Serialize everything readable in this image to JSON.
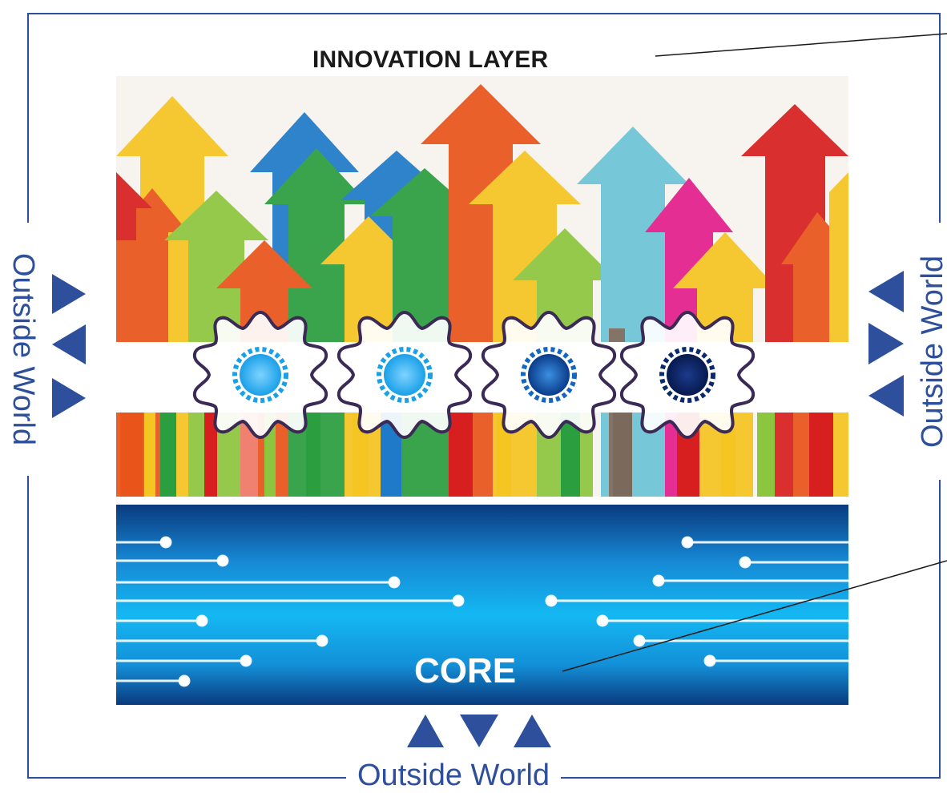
{
  "diagram": {
    "top_label": "INNOVATION LAYER",
    "core_label": "CORE",
    "outside_left": "Outside World",
    "outside_right": "Outside World",
    "outside_bottom": "Outside World"
  },
  "colors": {
    "frame": "#2e4f9b",
    "core_dark": "#0a3f86",
    "core_light": "#13b7f0",
    "arrow_palette": [
      "#f5c521",
      "#e8541a",
      "#d81f1f",
      "#2b9e3f",
      "#1f7ac9",
      "#6cc4d6",
      "#8cc63f",
      "#e41e8c",
      "#7b6a5c"
    ]
  },
  "icons": {
    "left_markers": [
      "triangle-right-icon",
      "triangle-left-icon",
      "triangle-right-icon"
    ],
    "right_markers": [
      "triangle-left-icon",
      "triangle-right-icon",
      "triangle-left-icon"
    ],
    "bottom_markers": [
      "triangle-up-icon",
      "triangle-down-icon",
      "triangle-up-icon"
    ],
    "gears": [
      "gear-icon",
      "gear-icon",
      "gear-icon",
      "gear-icon"
    ]
  }
}
